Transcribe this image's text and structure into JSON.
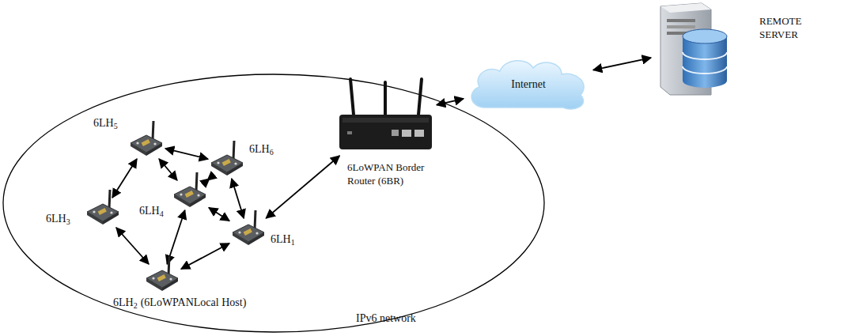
{
  "diagram": {
    "nodes": [
      {
        "text": [
          "IPv6 network"
        ]
      },
      {
        "text": [
          "6LH",
          "5"
        ],
        "in": 0
      },
      {
        "text": [
          "6LH",
          "6"
        ],
        "in": 0
      },
      {
        "text": [
          "6LH",
          "3"
        ],
        "in": 0
      },
      {
        "text": [
          "6LH",
          "4"
        ],
        "in": 0
      },
      {
        "text": [
          "6LH",
          "1"
        ],
        "in": 0
      },
      {
        "text": [
          "6LH",
          "2",
          "(6LoWPANLocal Host)"
        ],
        "in": 0
      },
      {
        "text": [
          "6LoWPAN Border Router (6BR)"
        ],
        "in": 0
      },
      {
        "text": [
          "Internet"
        ]
      },
      {
        "text": [
          "REMOTE SERVER"
        ]
      }
    ],
    "edges": [
      {
        "from": 1,
        "to": 2,
        "arrow": "both"
      },
      {
        "from": 1,
        "to": 3,
        "arrow": "both"
      },
      {
        "from": 1,
        "to": 4,
        "arrow": "both"
      },
      {
        "from": 2,
        "to": 4,
        "arrow": "both"
      },
      {
        "from": 2,
        "to": 5,
        "arrow": "both"
      },
      {
        "from": 3,
        "to": 6,
        "arrow": "both"
      },
      {
        "from": 4,
        "to": 6,
        "arrow": "both"
      },
      {
        "from": 4,
        "to": 5,
        "arrow": "both"
      },
      {
        "from": 6,
        "to": 5,
        "arrow": "both"
      },
      {
        "from": 5,
        "to": 7,
        "arrow": "both"
      },
      {
        "from": 7,
        "to": 8,
        "arrow": "both"
      },
      {
        "from": 8,
        "to": 9,
        "arrow": "both"
      }
    ]
  }
}
